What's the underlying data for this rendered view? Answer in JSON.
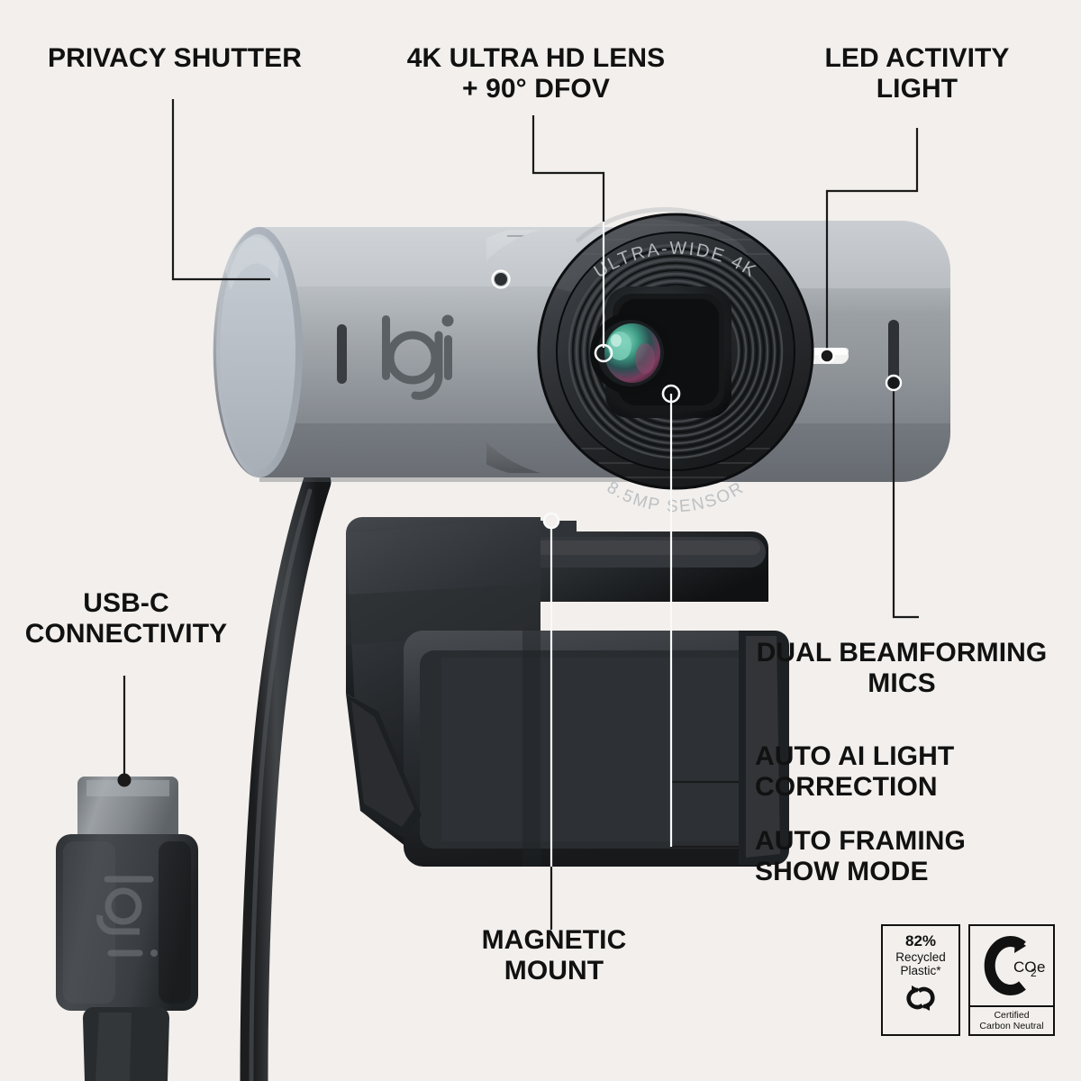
{
  "product": {
    "brand": "logi",
    "background_color": "#f2efec",
    "text_color": "#111111"
  },
  "callouts": [
    {
      "id": "privacy-shutter",
      "label": "PRIVACY SHUTTER"
    },
    {
      "id": "lens",
      "label": "4K ULTRA HD LENS\n+ 90° DFOV"
    },
    {
      "id": "led-activity",
      "label": "LED ACTIVITY\nLIGHT"
    },
    {
      "id": "usb-c",
      "label": "USB-C\nCONNECTIVITY"
    },
    {
      "id": "dual-mics",
      "label": "DUAL BEAMFORMING\nMICS"
    },
    {
      "id": "auto-ai-light",
      "label": "AUTO AI LIGHT\nCORRECTION"
    },
    {
      "id": "auto-framing",
      "label": "AUTO FRAMING\nSHOW MODE"
    },
    {
      "id": "magnetic-mount",
      "label": "MAGNETIC\nMOUNT"
    }
  ],
  "lens_markings": {
    "top": "ULTRA-WIDE 4K",
    "bottom": "8.5MP SENSOR"
  },
  "connector": {
    "logo": "logi"
  },
  "badges": {
    "recycled": {
      "percent": "82%",
      "line1": "Recycled",
      "line2": "Plastic*",
      "icon": "recycle-icon"
    },
    "carbon": {
      "symbol": "C",
      "gas": "CO",
      "sub": "2",
      "gas_suffix": "e",
      "footer_line1": "Certified",
      "footer_line2": "Carbon Neutral"
    }
  }
}
